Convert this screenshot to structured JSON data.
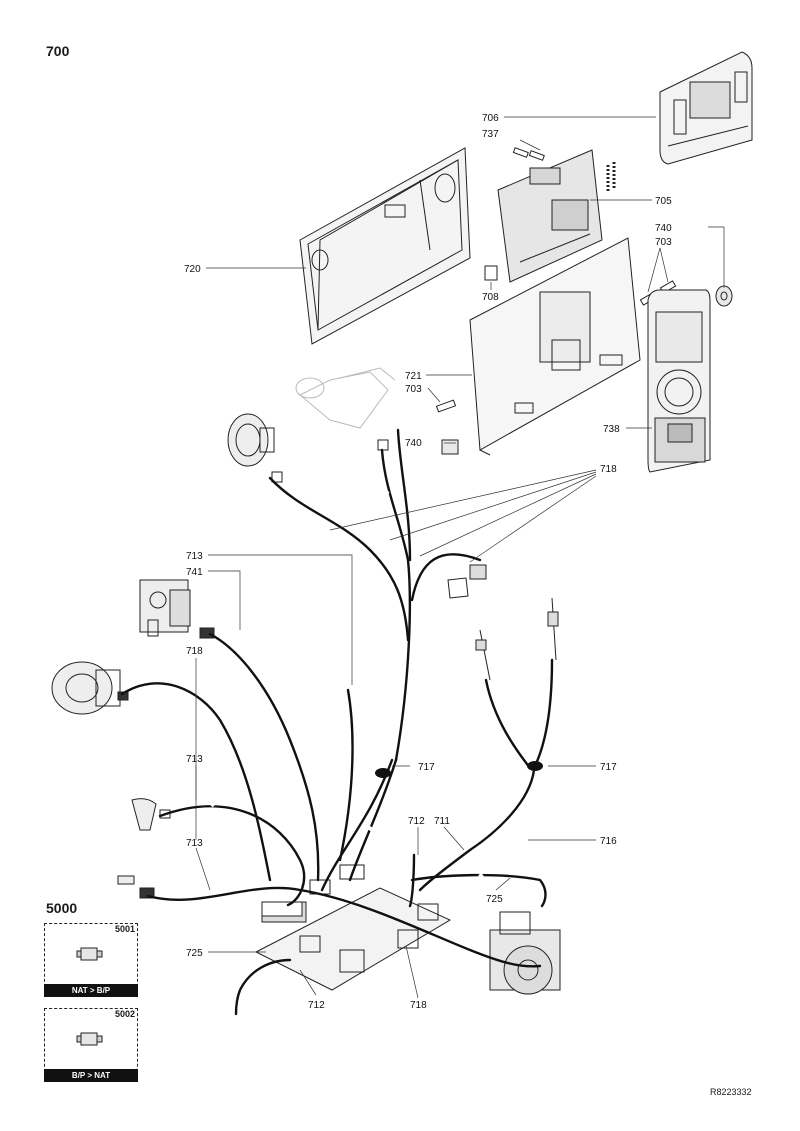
{
  "page": {
    "number": "700",
    "drawing_ref": "R8223332"
  },
  "callouts": [
    {
      "id": "c706",
      "text": "706"
    },
    {
      "id": "c737",
      "text": "737"
    },
    {
      "id": "c705",
      "text": "705"
    },
    {
      "id": "c740a",
      "text": "740"
    },
    {
      "id": "c703a",
      "text": "703"
    },
    {
      "id": "c720",
      "text": "720"
    },
    {
      "id": "c708",
      "text": "708"
    },
    {
      "id": "c721",
      "text": "721"
    },
    {
      "id": "c703b",
      "text": "703"
    },
    {
      "id": "c740b",
      "text": "740"
    },
    {
      "id": "c738",
      "text": "738"
    },
    {
      "id": "c718a",
      "text": "718"
    },
    {
      "id": "c713a",
      "text": "713"
    },
    {
      "id": "c741",
      "text": "741"
    },
    {
      "id": "c718b",
      "text": "718"
    },
    {
      "id": "c717a",
      "text": "717"
    },
    {
      "id": "c717b",
      "text": "717"
    },
    {
      "id": "c713b",
      "text": "713"
    },
    {
      "id": "c712a",
      "text": "712"
    },
    {
      "id": "c711",
      "text": "711"
    },
    {
      "id": "c716",
      "text": "716"
    },
    {
      "id": "c713c",
      "text": "713"
    },
    {
      "id": "c725a",
      "text": "725"
    },
    {
      "id": "c725b",
      "text": "725"
    },
    {
      "id": "c712b",
      "text": "712"
    },
    {
      "id": "c718c",
      "text": "718"
    }
  ],
  "options_section": {
    "number": "5000",
    "kits": [
      {
        "code": "5001",
        "caption": "NAT > B/P"
      },
      {
        "code": "5002",
        "caption": "B/P > NAT"
      }
    ]
  }
}
